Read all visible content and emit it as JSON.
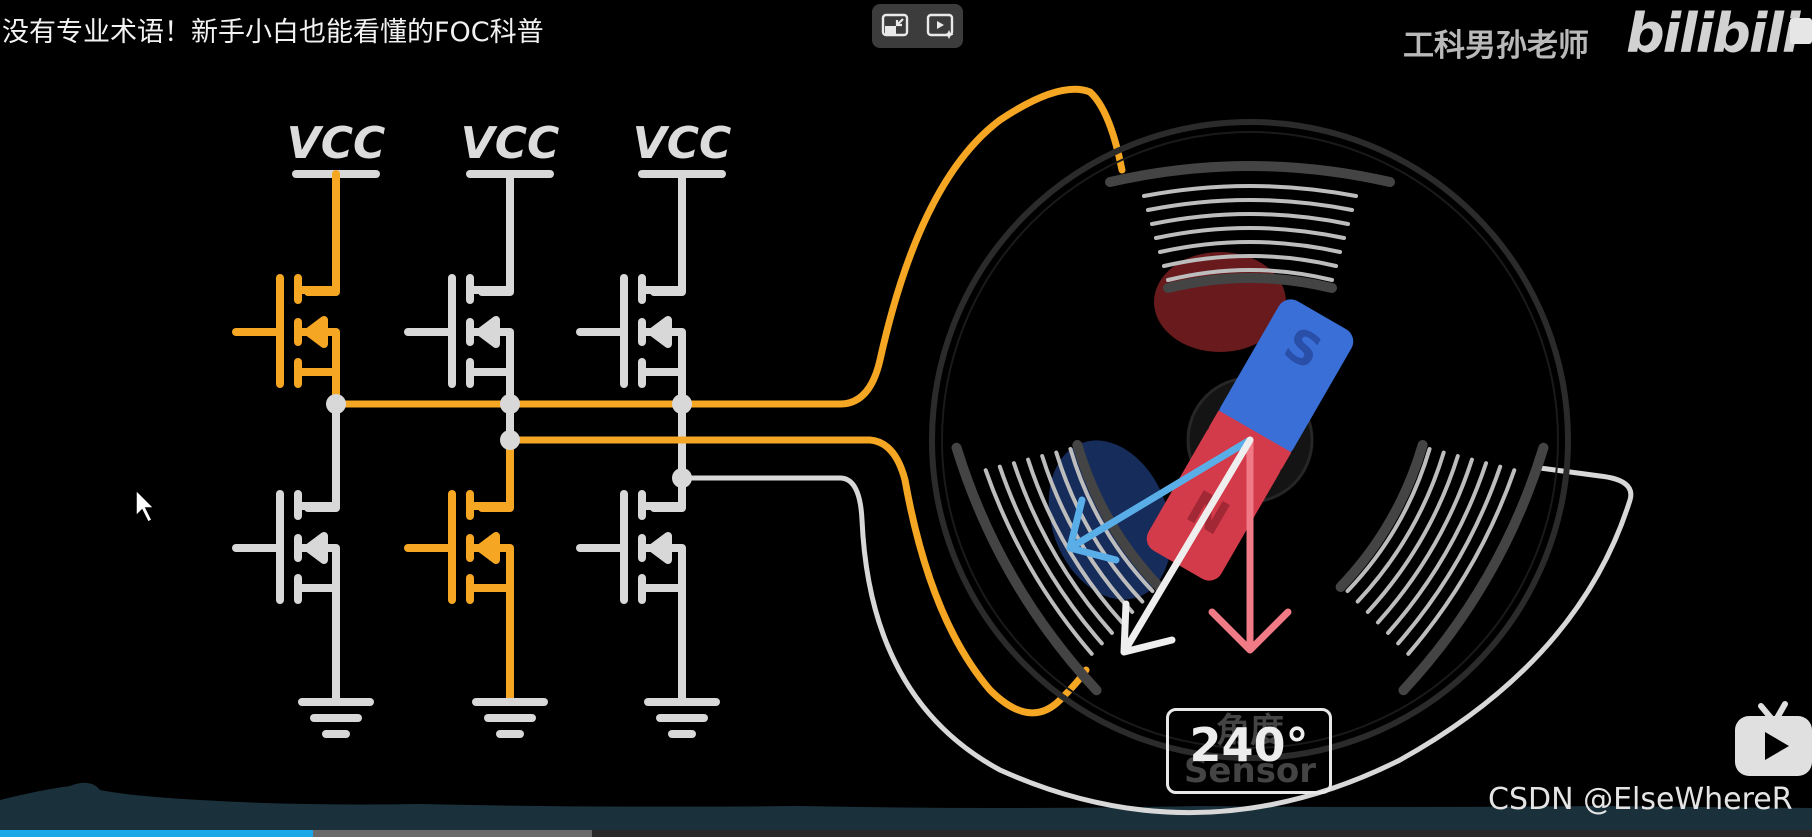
{
  "window": {
    "video_title": "没有专业术语！新手小白也能看懂的FOC科普"
  },
  "header": {
    "uploader": "工科男孙老师",
    "logo_text": "bilibili"
  },
  "circuit": {
    "vcc_labels": [
      "VCC",
      "VCC",
      "VCC"
    ]
  },
  "motor": {
    "angle_readout": "240°",
    "ghost_text_1": "角度",
    "ghost_text_2": "Sensor",
    "magnet_label_top": "S",
    "magnet_label_bottom": "N"
  },
  "footer": {
    "watermark": "CSDN @ElseWhereR"
  },
  "playback": {
    "progress_fraction": 0.173,
    "buffered_fraction": 0.327
  },
  "colors": {
    "active_wire": "#f5a623",
    "inactive_wire": "#d8d8d8",
    "magnet_north": "#d33a4a",
    "magnet_south": "#3a6fd8",
    "arrow_blue": "#5aaee8",
    "arrow_red": "#f07a85",
    "arrow_white": "#eeeeee",
    "progress_fill": "#1aa8e8"
  },
  "icons": {
    "pip_exit": "picture-in-picture-exit-icon",
    "pip_ai": "picture-in-picture-sparkle-icon",
    "cursor": "mouse-pointer-icon",
    "tv": "bilibili-tv-icon",
    "side": "side-panel-icon"
  }
}
